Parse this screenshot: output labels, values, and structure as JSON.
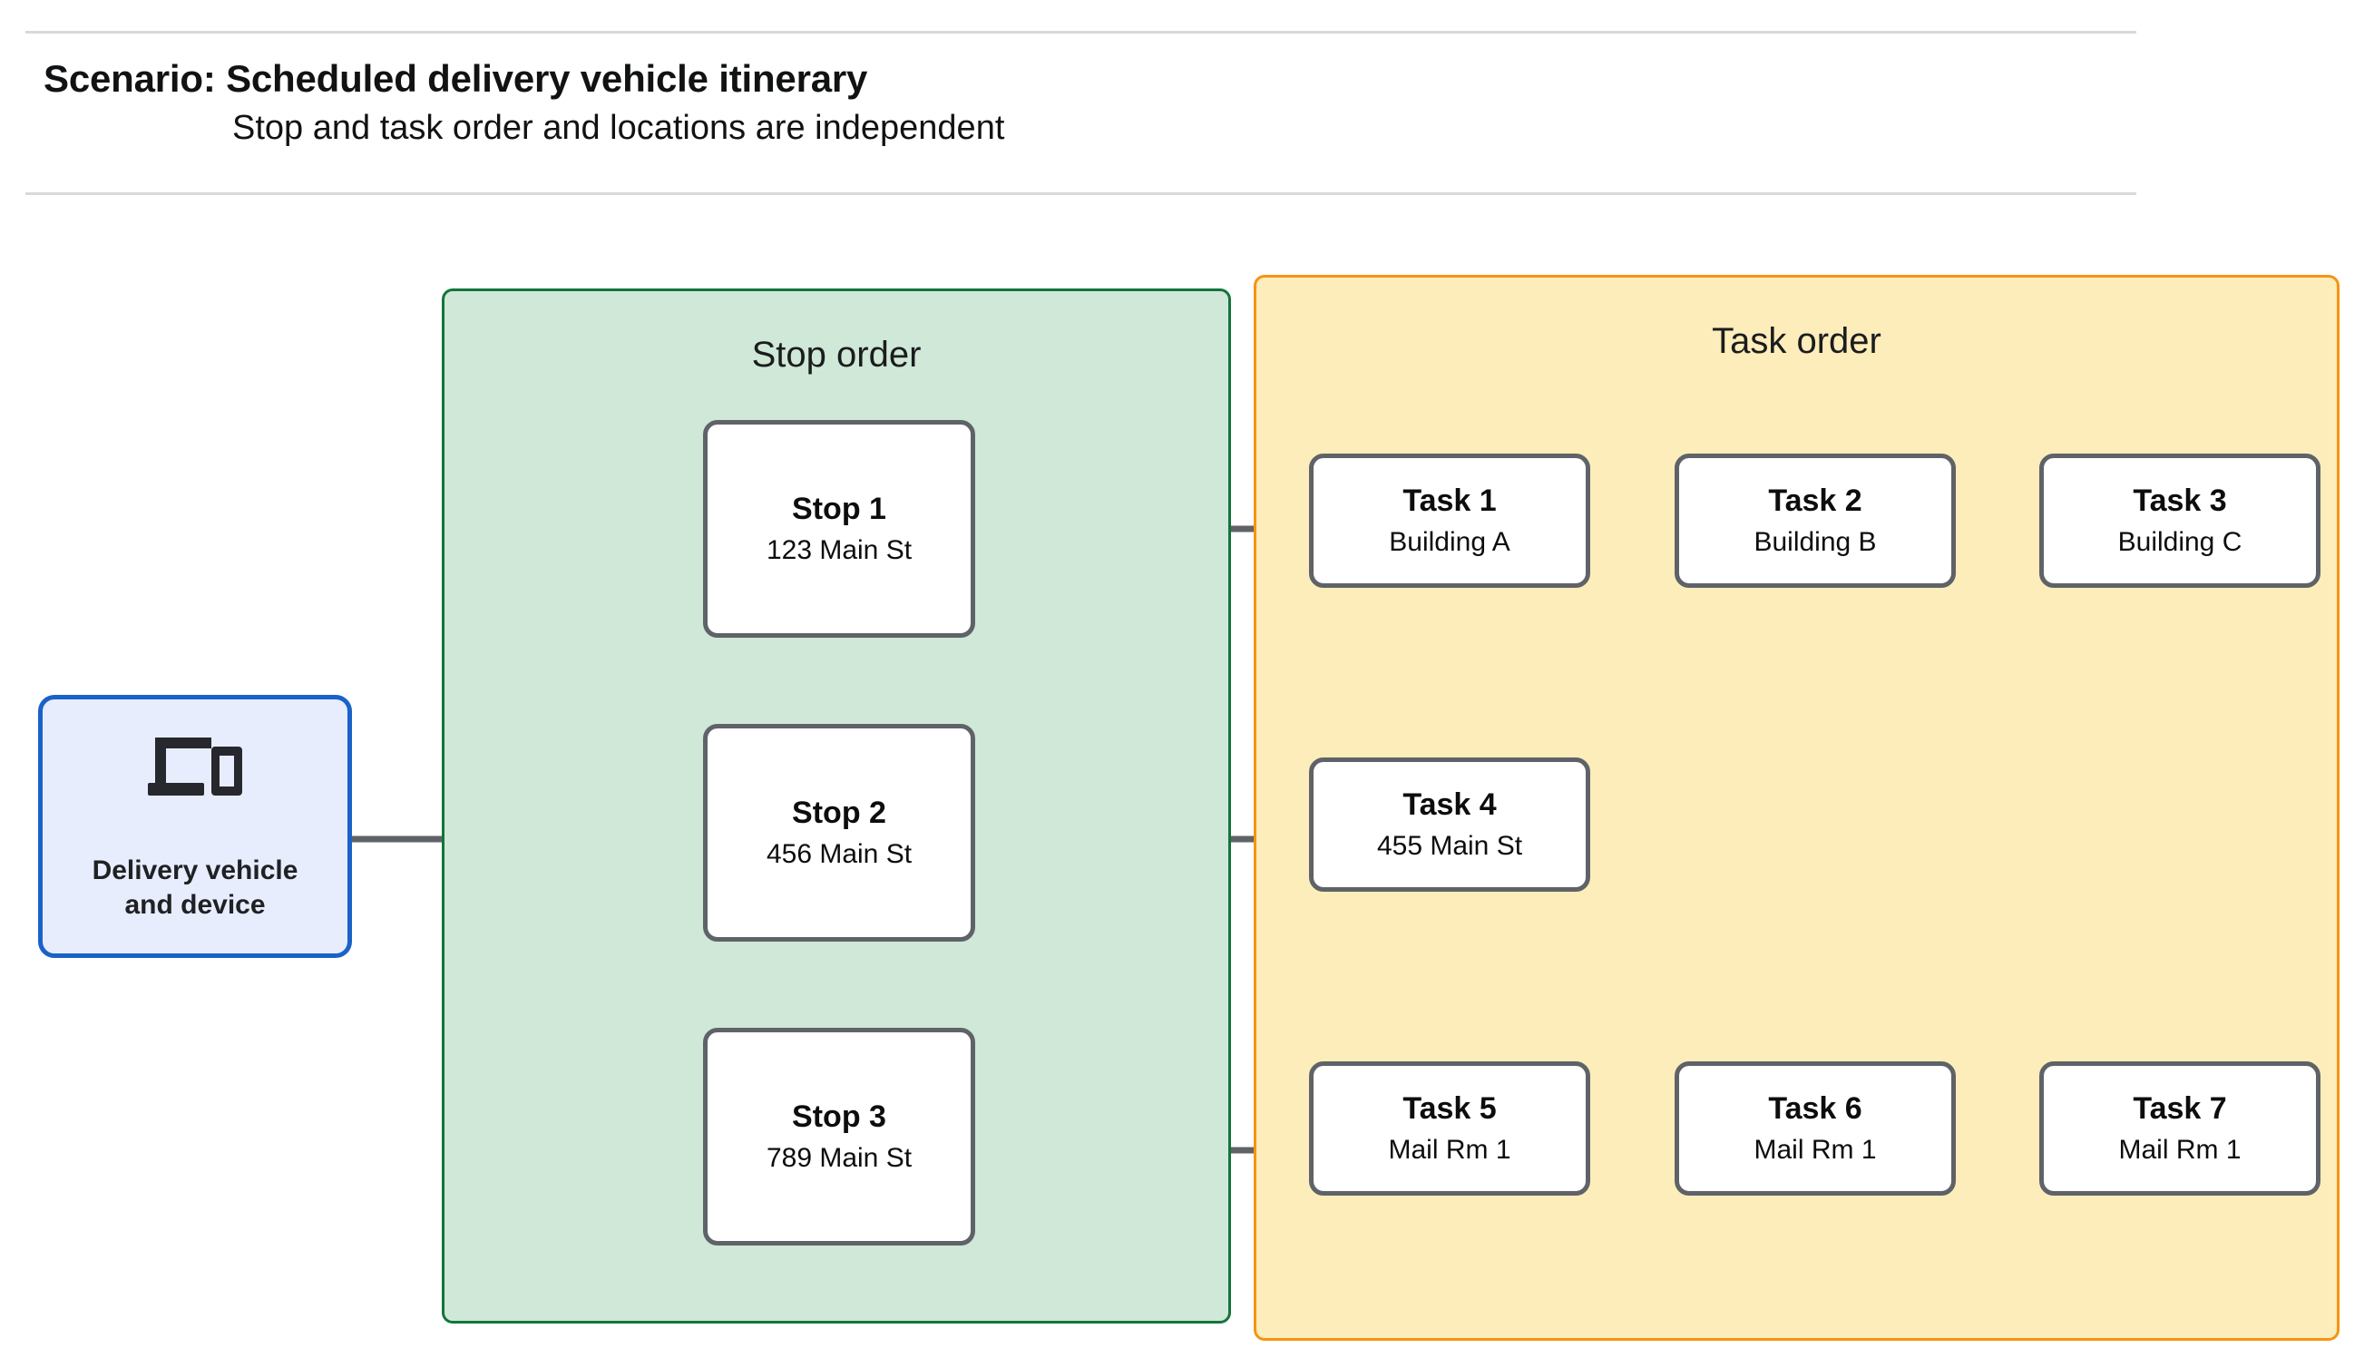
{
  "header": {
    "title": "Scenario: Scheduled delivery vehicle itinerary",
    "subtitle": "Stop and task order and locations are independent"
  },
  "device_node": {
    "icon": "devices-icon",
    "label": "Delivery vehicle\nand device"
  },
  "groups": {
    "stop": {
      "title": "Stop order",
      "fill": "#cfe8d8",
      "border": "#13753a"
    },
    "task": {
      "title": "Task order",
      "fill": "#fcedba",
      "border": "#f59413"
    }
  },
  "stops": [
    {
      "title": "Stop 1",
      "location": "123 Main St"
    },
    {
      "title": "Stop 2",
      "location": "456 Main St"
    },
    {
      "title": "Stop 3",
      "location": "789 Main St"
    }
  ],
  "tasks": [
    {
      "title": "Task 1",
      "location": "Building A"
    },
    {
      "title": "Task 2",
      "location": "Building B"
    },
    {
      "title": "Task 3",
      "location": "Building C"
    },
    {
      "title": "Task 4",
      "location": "455 Main St"
    },
    {
      "title": "Task 5",
      "location": "Mail Rm 1"
    },
    {
      "title": "Task 6",
      "location": "Mail Rm 1"
    },
    {
      "title": "Task 7",
      "location": "Mail Rm 1"
    }
  ],
  "colors": {
    "connector": "#5f6368",
    "node_border": "#5f6368",
    "device_fill": "#e7edfc",
    "device_border": "#1a62c9",
    "rule": "#d9d9d9",
    "text": "#202124"
  }
}
